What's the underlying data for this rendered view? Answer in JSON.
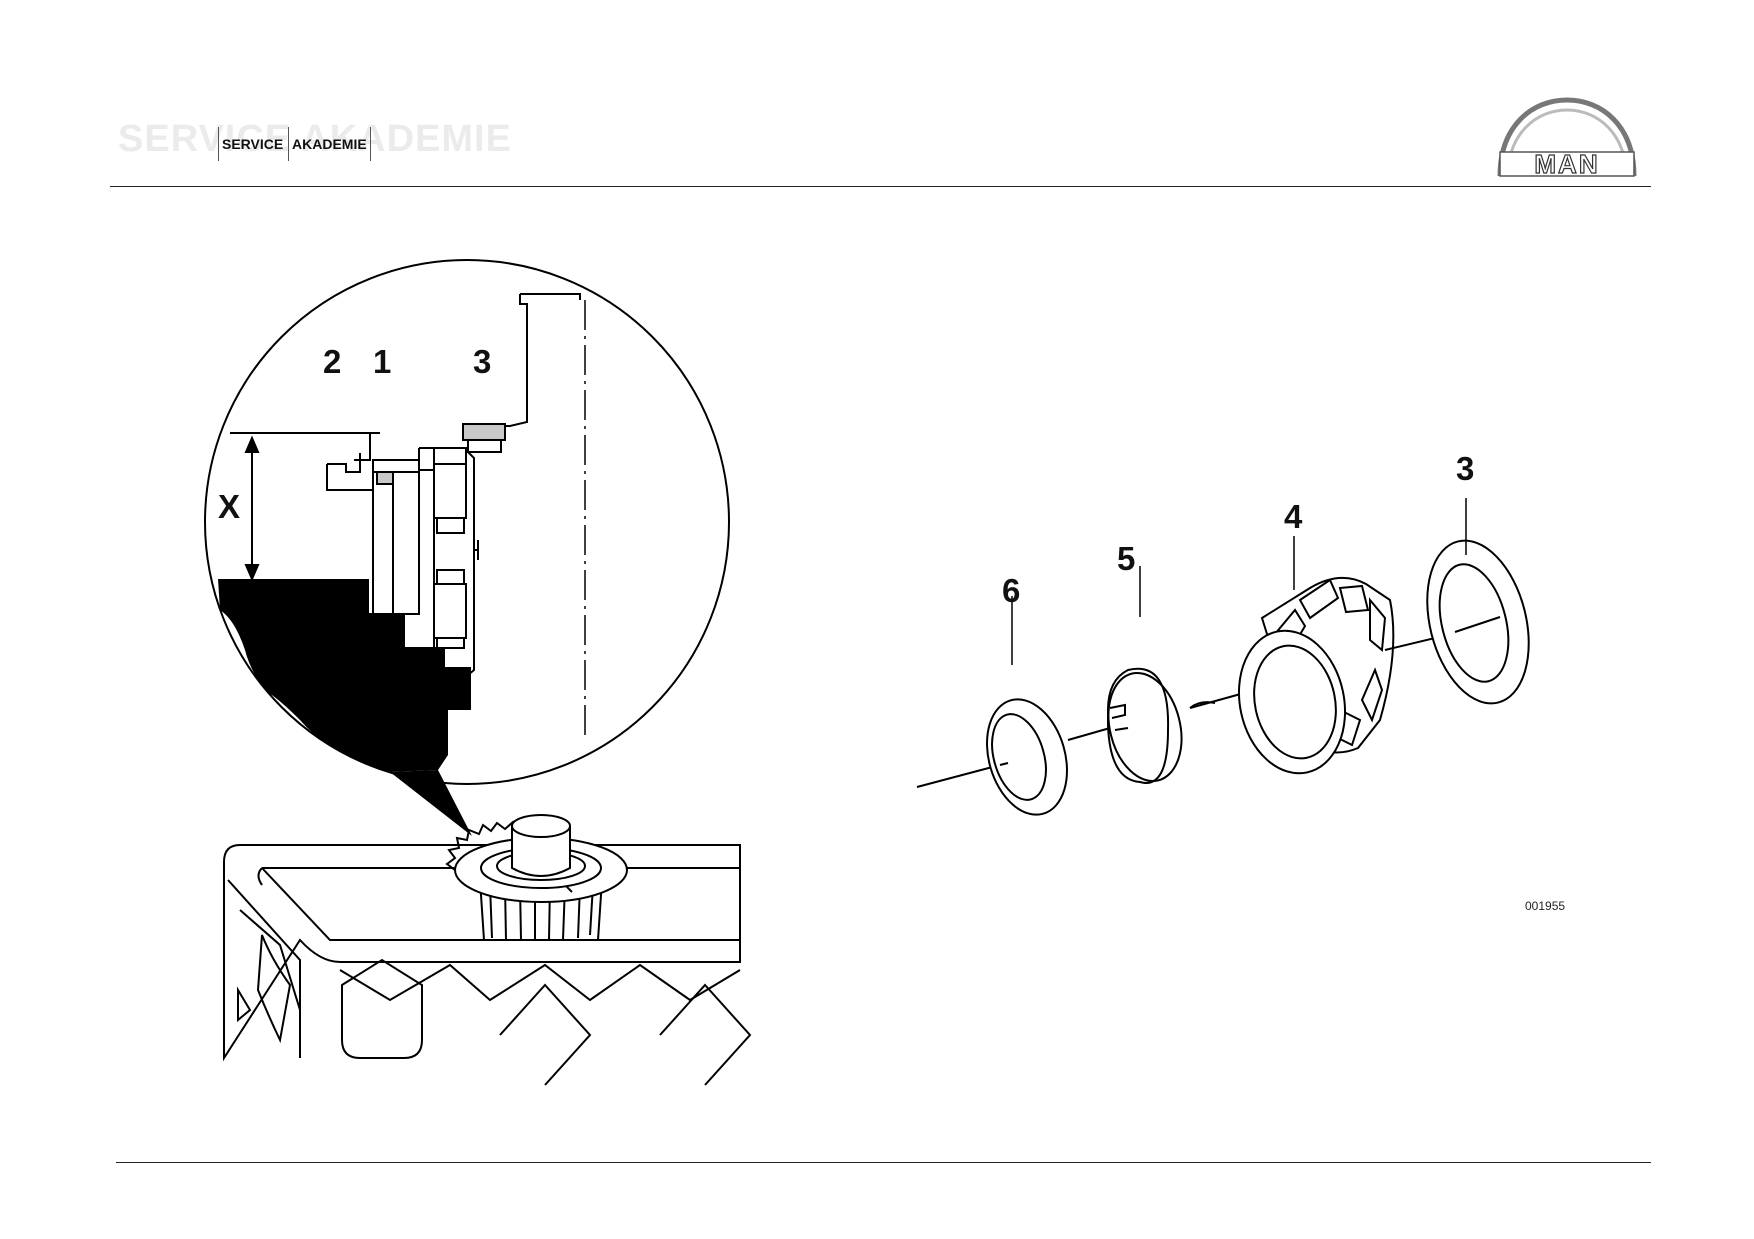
{
  "header": {
    "watermark": "SERVICE AKADEMIE",
    "brand_word_1": "SERVICE",
    "brand_word_2": "AKADEMIE",
    "logo_text": "MAN"
  },
  "detail_view": {
    "labels": {
      "part_2": "2",
      "part_1": "1",
      "part_3": "3",
      "dimension": "X"
    }
  },
  "exploded_view": {
    "labels": {
      "part_6": "6",
      "part_5": "5",
      "part_4": "4",
      "part_3": "3"
    }
  },
  "footer": {
    "image_code": "001955"
  },
  "colors": {
    "line": "#000000",
    "fill_dark": "#000000",
    "fill_part": "#c8c8c8",
    "watermark": "#ebebeb"
  }
}
